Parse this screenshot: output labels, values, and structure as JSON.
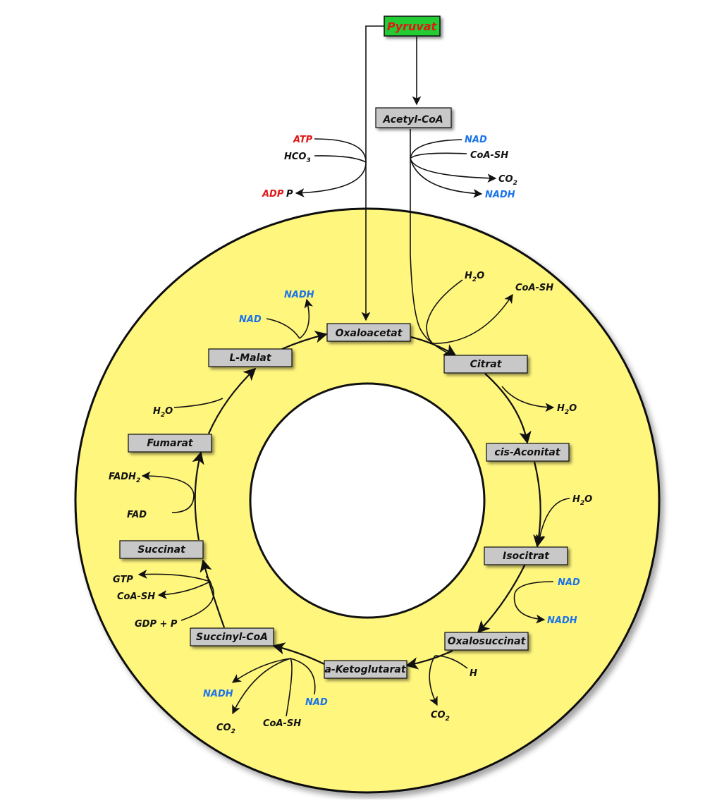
{
  "colors": {
    "ring_fill": "#FFF67E",
    "node_fill": "#C8C8C8",
    "start_fill": "#22CC33",
    "start_text": "#E01818",
    "black": "#111111",
    "red": "#E01818",
    "blue": "#1A73E8"
  },
  "start": {
    "label": "Pyruvat"
  },
  "nodes": {
    "acetyl": "Acetyl-CoA",
    "oxaloacetat": "Oxaloacetat",
    "citrat": "Citrat",
    "cis_aconitat": "cis-Aconitat",
    "isocitrat": "Isocitrat",
    "oxalosuccinat": "Oxalosuccinat",
    "ketoglutarat": "a-Ketoglutarat",
    "succinyl_coa": "Succinyl-CoA",
    "succinat": "Succinat",
    "fumarat": "Fumarat",
    "l_malat": "L-Malat"
  },
  "labels": {
    "atp": "ATP",
    "hco3": "HCO",
    "hco3_sub": "3",
    "adp": "ADP",
    "p": "P",
    "pdh_nad": "NAD",
    "pdh_coash": "CoA-SH",
    "pdh_co2": "CO",
    "pdh_co2_sub": "2",
    "pdh_nadh": "NADH",
    "cs_h2o": "H",
    "cs_h2o_sub": "2",
    "cs_h2o_o": "O",
    "cs_coash": "CoA-SH",
    "acon_h2o_out": "H",
    "acon_h2o_out_sub": "2",
    "acon_h2o_out_o": "O",
    "acon_h2o_in": "H",
    "acon_h2o_in_sub": "2",
    "acon_h2o_in_o": "O",
    "idh_nad": "NAD",
    "idh_nadh": "NADH",
    "ox_h": "H",
    "ox_co2": "CO",
    "ox_co2_sub": "2",
    "kg_nadh": "NADH",
    "kg_co2": "CO",
    "kg_co2_sub": "2",
    "kg_coash": "CoA-SH",
    "kg_nad": "NAD",
    "gtp": "GTP",
    "sc_coash": "CoA-SH",
    "gdp": "GDP + P",
    "fadh2": "FADH",
    "fadh2_sub": "2",
    "fad": "FAD",
    "fum_h2o": "H",
    "fum_h2o_sub": "2",
    "fum_h2o_o": "O",
    "mal_nad": "NAD",
    "mal_nadh": "NADH"
  }
}
